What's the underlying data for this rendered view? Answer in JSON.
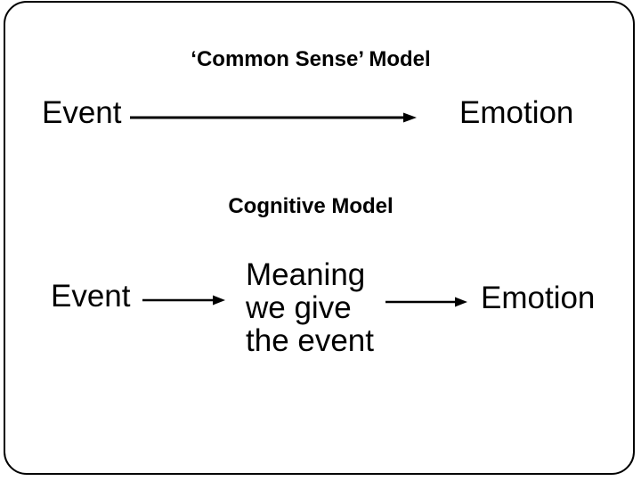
{
  "slide": {
    "colors": {
      "background": "#ffffff",
      "ink": "#000000"
    },
    "sections": [
      {
        "title": "‘Common Sense’ Model",
        "nodes": [
          {
            "id": "event",
            "label": "Event"
          },
          {
            "id": "emotion",
            "label": "Emotion"
          }
        ],
        "arrows": [
          {
            "from": "event",
            "to": "emotion"
          }
        ]
      },
      {
        "title": "Cognitive Model",
        "nodes": [
          {
            "id": "event",
            "label": "Event"
          },
          {
            "id": "meaning",
            "label": "Meaning\nwe give\nthe event"
          },
          {
            "id": "emotion",
            "label": "Emotion"
          }
        ],
        "arrows": [
          {
            "from": "event",
            "to": "meaning"
          },
          {
            "from": "meaning",
            "to": "emotion"
          }
        ]
      }
    ]
  }
}
